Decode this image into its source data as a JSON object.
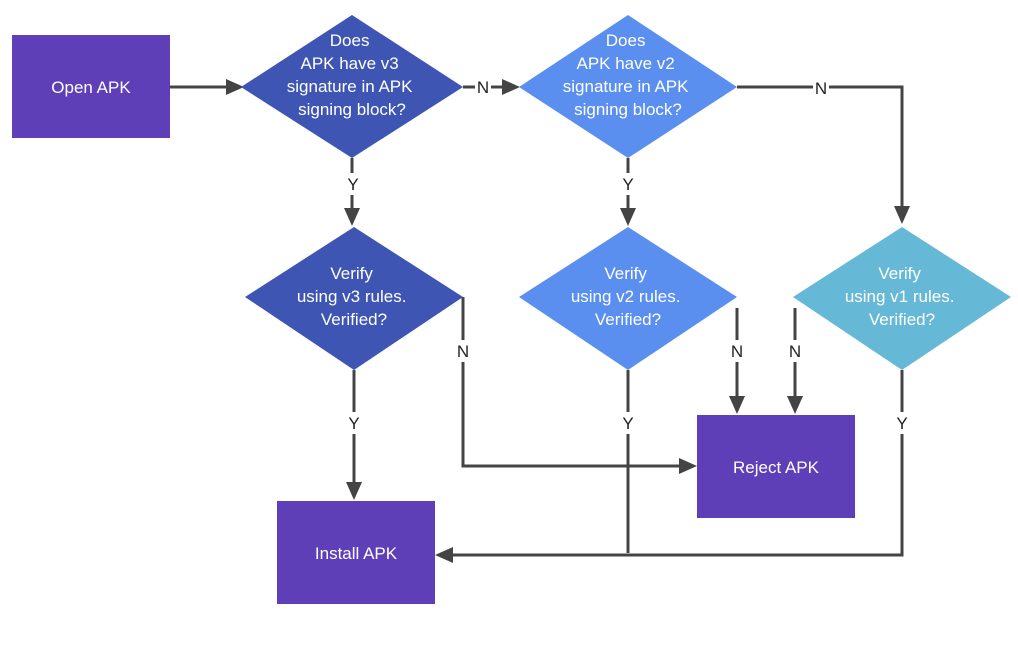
{
  "colors": {
    "box": "#5e3fb8",
    "diamond_v3": "#3f55b3",
    "diamond_v2": "#5a8ff0",
    "diamond_v1": "#66b9d6",
    "edge": "#444444",
    "node_text": "#ffffff",
    "edge_label_text": "#222222"
  },
  "nodes": {
    "open_apk": {
      "lines": [
        "Open APK"
      ]
    },
    "q_v3": {
      "lines": [
        "Does",
        "APK have v3",
        "signature in APK",
        "signing block?"
      ]
    },
    "q_v2": {
      "lines": [
        "Does",
        "APK have v2",
        "signature in APK",
        "signing block?"
      ]
    },
    "verify_v3": {
      "lines": [
        "Verify",
        "using v3 rules.",
        "Verified?"
      ]
    },
    "verify_v2": {
      "lines": [
        "Verify",
        "using v2 rules.",
        "Verified?"
      ]
    },
    "verify_v1": {
      "lines": [
        "Verify",
        "using v1 rules.",
        "Verified?"
      ]
    },
    "reject_apk": {
      "lines": [
        "Reject APK"
      ]
    },
    "install_apk": {
      "lines": [
        "Install APK"
      ]
    }
  },
  "edge_labels": {
    "q_v3_no": "N",
    "q_v2_no": "N",
    "q_v3_yes": "Y",
    "q_v2_yes": "Y",
    "verify_v3_no": "N",
    "verify_v2_no": "N",
    "verify_v1_no": "N",
    "verify_v3_yes": "Y",
    "verify_v2_yes": "Y",
    "verify_v1_yes": "Y"
  }
}
